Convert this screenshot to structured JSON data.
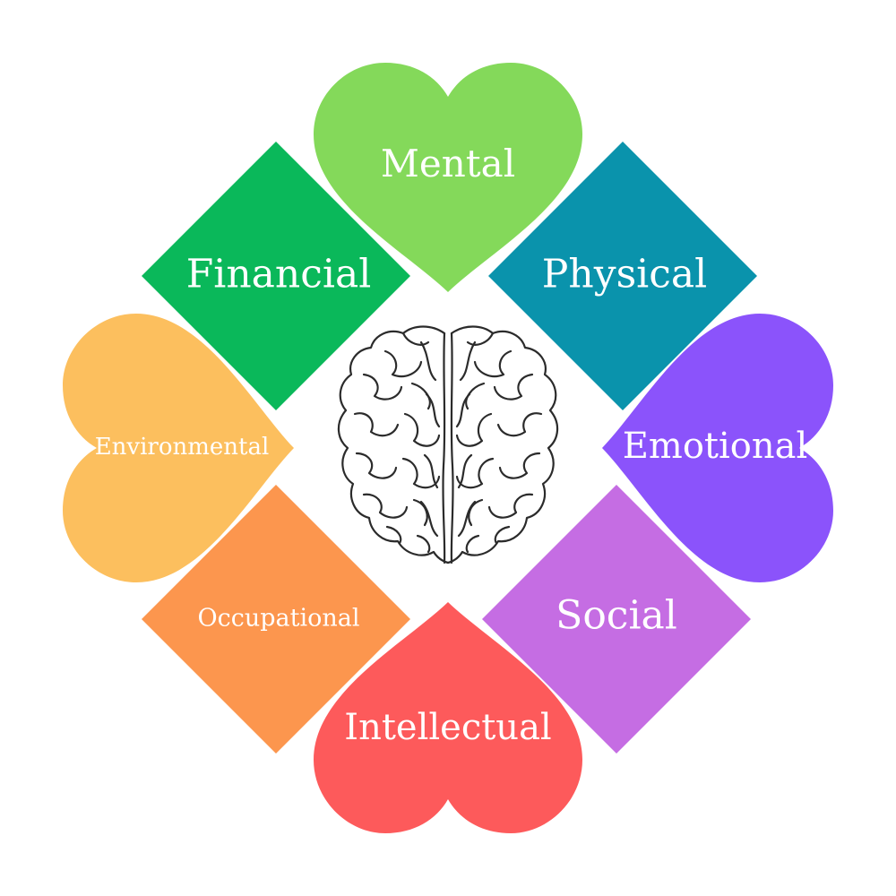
{
  "wellness": {
    "mental": "Mental",
    "physical": "Physical",
    "emotional": "Emotional",
    "social": "Social",
    "intellectual": "Intellectual",
    "occupational": "Occupational",
    "environmental": "Environmental",
    "financial": "Financial"
  },
  "colors": {
    "mental": "#84d95a",
    "physical": "#0a93ac",
    "emotional": "#8b53fb",
    "social": "#c56de3",
    "intellectual": "#fd5a5b",
    "occupational": "#fc964e",
    "environmental": "#fcbf5e",
    "financial": "#0ab85a"
  },
  "icons": {
    "center": "brain-icon"
  }
}
